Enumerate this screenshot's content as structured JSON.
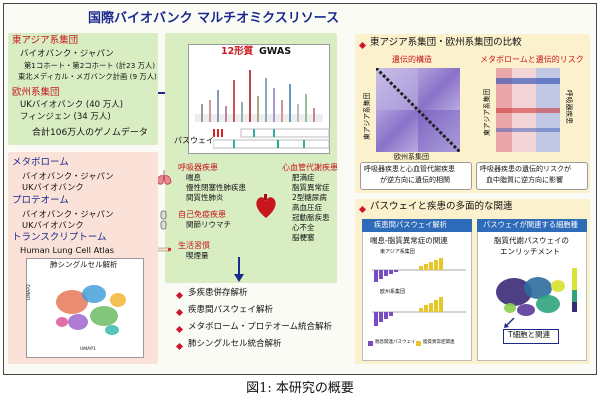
{
  "title": "国際バイオバンク マルチオミクスリソース",
  "left_top": {
    "east_asian_header": "東アジア系集団",
    "east_asian_items": [
      "バイオバンク・ジャパン",
      "第1コホート・第2コホート (計23 万人)",
      "東北メディカル・メガバンク計画 (9 万人)"
    ],
    "european_header": "欧州系集団",
    "european_items": [
      "UKバイオバンク (40 万人)",
      "フィンジェン (34 万人)"
    ],
    "total": "合計106万人のゲノムデータ"
  },
  "gwas": {
    "title_count": "12形質",
    "title_rest": "GWAS",
    "pathway_label": "パスウェイ"
  },
  "left_bottom": {
    "metabolome_header": "メタボローム",
    "metabolome_items": [
      "バイオバンク・ジャパン",
      "UKバイオバンク"
    ],
    "proteome_header": "プロテオーム",
    "proteome_items": [
      "バイオバンク・ジャパン",
      "UKバイオバンク"
    ],
    "transcriptome_header": "トランスクリプトーム",
    "transcriptome_items": [
      "Human Lung Cell Atlas"
    ],
    "umap_title": "肺シングルセル解析",
    "umap_xlabel": "UMAP1",
    "umap_ylabel": "UMAP2"
  },
  "traits": {
    "respiratory_header": "呼吸器疾患",
    "respiratory_items": [
      "喘息",
      "慢性閉塞性肺疾患",
      "間質性肺炎"
    ],
    "autoimmune_header": "自己免疫疾患",
    "autoimmune_items": [
      "関節リウマチ"
    ],
    "lifestyle_header": "生活習慣",
    "lifestyle_items": [
      "喫煙量"
    ],
    "cardio_header": "心血管代謝疾患",
    "cardio_items": [
      "肥満症",
      "脂質異常症",
      "2型糖尿病",
      "高血圧症",
      "冠動脈疾患",
      "心不全",
      "脳梗塞"
    ]
  },
  "analyses": [
    "多疾患併存解析",
    "疾患間パスウェイ解析",
    "メタボローム・プロテオーム統合解析",
    "肺シングルセル統合解析"
  ],
  "right_top": {
    "header": "東アジア系集団・欧州系集団の比較",
    "left_heatmap_title": "遺伝的構造",
    "right_heatmap_title": "メタボロームと遺伝的リスク",
    "east_asian_label": "東アジア系集団",
    "european_label": "欧州系集団",
    "resp_label": "呼吸器疾患",
    "callout_left": "呼吸器疾患と心血管代謝疾患が逆方向に遺伝的相関",
    "callout_right": "呼吸器疾患の遺伝的リスクが血中脂質に逆方向に影響"
  },
  "right_bottom": {
    "header": "パスウェイと疾患の多面的な関連",
    "left_box_title": "疾患間パスウェイ解析",
    "left_sub_title": "喘息-脂質異常症の関連",
    "left_chart1_label": "東アジア系集団",
    "left_chart2_label": "欧州系集団",
    "legend_item1": "喘息関連パスウェイ",
    "legend_item2": "脂質異常症関連",
    "right_box_title": "パスウェイが関連する細胞種",
    "right_sub_title_1": "脂質代謝パスウェイの",
    "right_sub_title_2": "エンリッチメント",
    "tcell_label": "T細胞と関連"
  },
  "caption": "図1: 本研究の概要",
  "colors": {
    "title": "#1a2a8c",
    "red": "#c8161d",
    "green_panel": "#d9edc3",
    "pink_panel": "#fbe2d8",
    "yellow_panel": "#fbf1cc"
  }
}
